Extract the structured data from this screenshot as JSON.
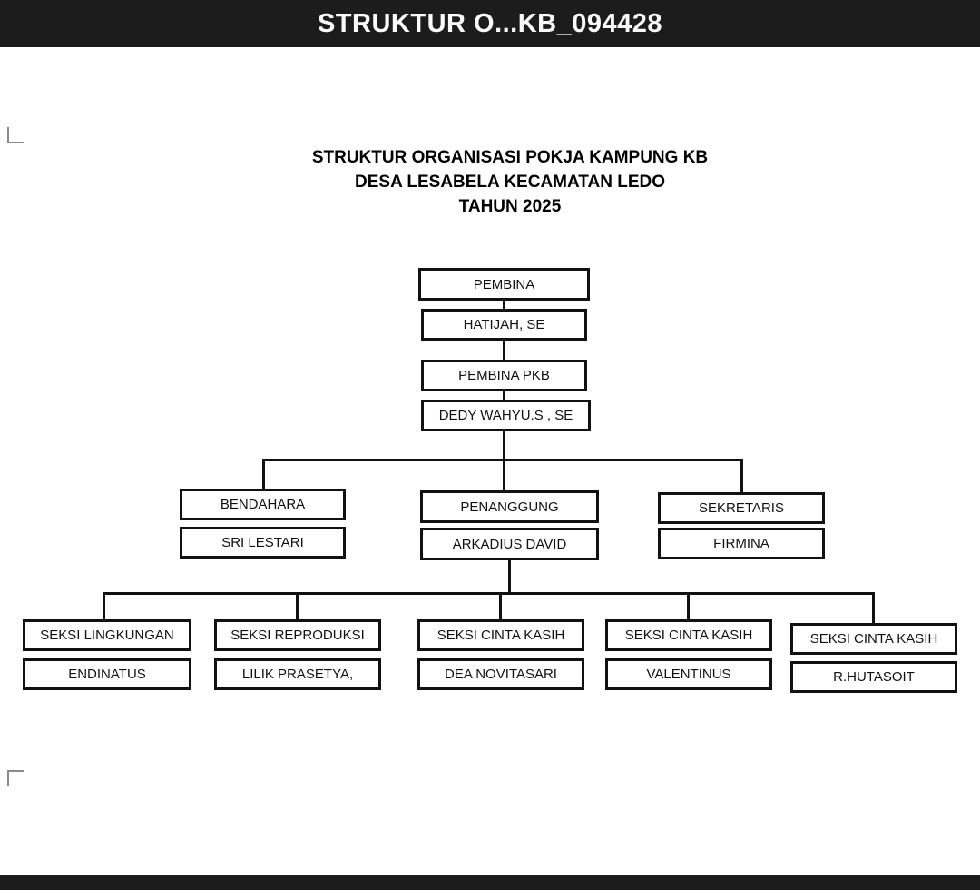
{
  "app": {
    "title_bar": "STRUKTUR O...KB_094428"
  },
  "document": {
    "title_lines": [
      "STRUKTUR ORGANISASI POKJA KAMPUNG KB",
      "DESA LESABELA KECAMATAN LEDO",
      "TAHUN 2025"
    ]
  },
  "org_chart": {
    "root_chain": [
      {
        "label": "PEMBINA"
      },
      {
        "label": "HATIJAH, SE"
      },
      {
        "label": "PEMBINA PKB"
      },
      {
        "label": "DEDY WAHYU.S , SE"
      }
    ],
    "level2": [
      {
        "role": "BENDAHARA",
        "name": "SRI LESTARI"
      },
      {
        "role": "PENANGGUNG",
        "name": "ARKADIUS DAVID"
      },
      {
        "role": "SEKRETARIS",
        "name": "FIRMINA"
      }
    ],
    "level3": [
      {
        "role": "SEKSI LINGKUNGAN",
        "name": "ENDINATUS"
      },
      {
        "role": "SEKSI REPRODUKSI",
        "name": "LILIK PRASETYA,"
      },
      {
        "role": "SEKSI CINTA KASIH",
        "name": "DEA NOVITASARI"
      },
      {
        "role": "SEKSI CINTA KASIH",
        "name": "VALENTINUS"
      },
      {
        "role": "SEKSI CINTA KASIH",
        "name": "R.HUTASOIT"
      }
    ]
  },
  "colors": {
    "bar_background": "#1c1c1c",
    "bar_text": "#fafafa",
    "box_border": "#111111",
    "line_color": "#111111",
    "page_background": "#ffffff"
  }
}
